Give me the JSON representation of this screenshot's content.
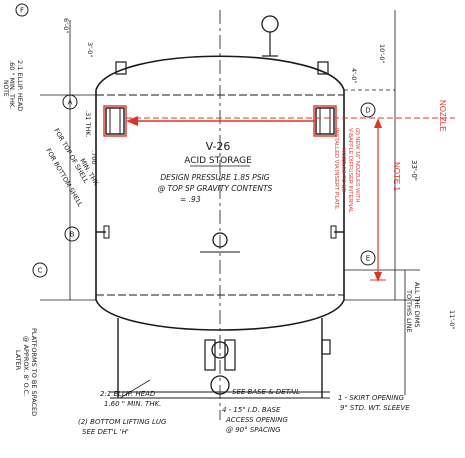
{
  "drawing": {
    "vessel_tag": "V-26",
    "vessel_service": "ACID STORAGE",
    "design_line1": "DESIGN PRESSURE 1.85 PSIG",
    "design_line2": "@ TOP  SP GRAVITY CONTENTS",
    "design_line3": "= .93",
    "left_margin": [
      "2:1 ELLIP. HEAD",
      ".60 \" MIN. THK.",
      ".31 THK.",
      ".700",
      "MIN. THK",
      "FOR TOP OF SHELL",
      "FOR BOTTOM SHELL"
    ],
    "note_sideways": "NOTE",
    "top_dims": [
      "6'-0\"",
      "3'-0\"",
      "10'-0\""
    ],
    "right_dims": [
      "4'-0\"",
      "33'-0\"",
      "11'-0\""
    ],
    "bottom_callouts": {
      "ellip_head": "2:1 ELLIP. HEAD",
      "ellip_head_thk": "1.60 \" MIN. THK.",
      "bottom_lug": "(2) BOTTOM LIFTING LUG",
      "bottom_lug_ref": "SEE DET'L 'H'",
      "access": "4 - 15\" I.D. BASE",
      "access2": "ACCESS OPENING",
      "access3": "@ 90° SPACING",
      "see_base": "SEE BASE & DETAIL",
      "skirt": "1 - SKIRT OPENING",
      "skirt2": "9\" STD. WT. SLEEVE"
    },
    "platform_note": [
      "PLATFORMS TO BE SPACED",
      "@ APPROX. 8' O.C.",
      "LATER"
    ],
    "weld_lines": [
      "ALL THE DIMS",
      "TO THIS LINE"
    ],
    "circle_marks": [
      "A",
      "B",
      "C",
      "D",
      "E",
      "F",
      "G",
      "H"
    ]
  },
  "annotations": {
    "nozzle_label": "NOZZLE",
    "note1": "NOTE 1",
    "note_text": [
      "(2) NEW 16\" NOZZLES WITH",
      "V-BAFFLE DIFFUSER INTERNAL",
      "NOZZLES TO BE",
      "INSTALLED VIA INSERT PLATE."
    ],
    "accent": "#e0332b"
  }
}
